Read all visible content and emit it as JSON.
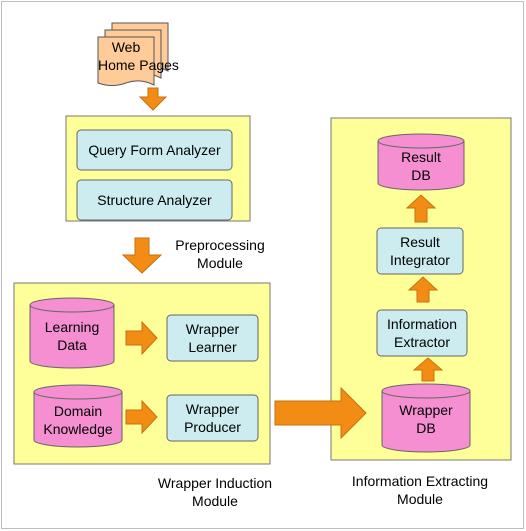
{
  "source": {
    "label_line1": "Web",
    "label_line2": "Home Pages"
  },
  "preprocessing": {
    "query_form_analyzer": "Query Form Analyzer",
    "structure_analyzer": "Structure Analyzer",
    "module_line1": "Preprocessing",
    "module_line2": "Module"
  },
  "wrapper_induction": {
    "learning_data_line1": "Learning",
    "learning_data_line2": "Data",
    "domain_knowledge_line1": "Domain",
    "domain_knowledge_line2": "Knowledge",
    "wrapper_learner_line1": "Wrapper",
    "wrapper_learner_line2": "Learner",
    "wrapper_producer_line1": "Wrapper",
    "wrapper_producer_line2": "Producer",
    "module_line1": "Wrapper Induction",
    "module_line2": "Module"
  },
  "information_extracting": {
    "result_db_line1": "Result",
    "result_db_line2": "DB",
    "result_integrator_line1": "Result",
    "result_integrator_line2": "Integrator",
    "information_extractor_line1": "Information",
    "information_extractor_line2": "Extractor",
    "wrapper_db_line1": "Wrapper",
    "wrapper_db_line2": "DB",
    "module_line1": "Information Extracting",
    "module_line2": "Module"
  },
  "colors": {
    "module_fill": "#ffff99",
    "process_fill": "#ccecf0",
    "database_fill": "#f58fd1",
    "document_fill": "#ffcc99",
    "arrow_fill": "#f28c14"
  }
}
